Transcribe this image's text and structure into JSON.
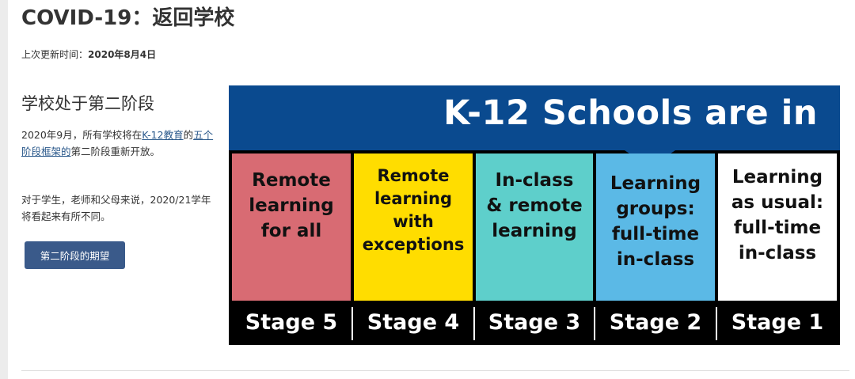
{
  "page": {
    "title": "COVID-19：返回学校",
    "updated_label": "上次更新时间：",
    "updated_date": "2020年8月4日"
  },
  "sidebar": {
    "heading": "学校处于第二阶段",
    "para1_before": "2020年9月，所有学校将在",
    "para1_link1": "K-12教育",
    "para1_mid": "的",
    "para1_link2": "五个阶段框架的",
    "para1_after": "第二阶段重新开放。",
    "para2": "对于学生，老师和父母来说，2020/21学年将看起来有所不同。",
    "button_label": "第二阶段的期望"
  },
  "graphic": {
    "banner_title": "K-12 Schools are in",
    "current_stage": "Stage 2",
    "stages": [
      {
        "label": "Stage 5",
        "text": "Remote\nlearning\nfor all",
        "color": "#d86b73"
      },
      {
        "label": "Stage 4",
        "text": "Remote\nlearning\nwith\nexceptions",
        "color": "#ffdd00"
      },
      {
        "label": "Stage 3",
        "text": "In-class\n& remote\nlearning",
        "color": "#5ecfcb"
      },
      {
        "label": "Stage 2",
        "text": "Learning\ngroups:\nfull-time\nin-class",
        "color": "#5bb9e6"
      },
      {
        "label": "Stage 1",
        "text": "Learning\nas usual:\nfull-time\nin-class",
        "color": "#ffffff"
      }
    ],
    "banner_color": "#0a4a8f"
  }
}
